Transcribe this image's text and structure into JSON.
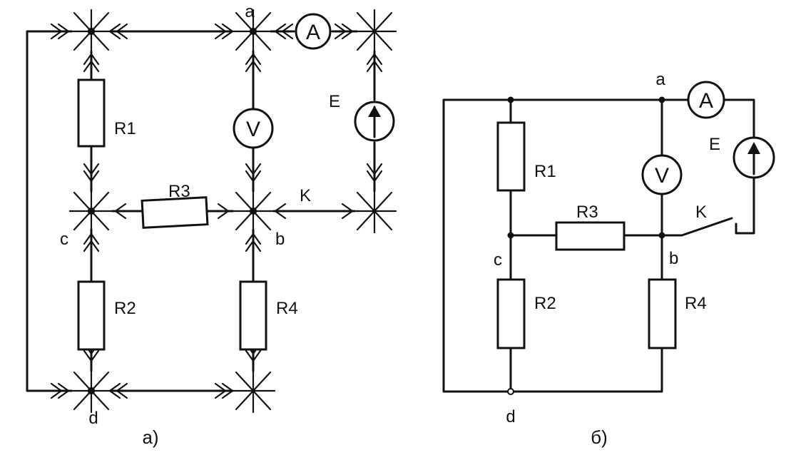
{
  "figure_a": {
    "caption": "а)",
    "nodes": {
      "a": "a",
      "b": "b",
      "c": "c",
      "d": "d"
    },
    "resistors": {
      "r1": "R1",
      "r2": "R2",
      "r3": "R3",
      "r4": "R4"
    },
    "ammeter": "A",
    "voltmeter": "V",
    "source": "E",
    "switch": "K"
  },
  "figure_b": {
    "caption": "б)",
    "nodes": {
      "a": "a",
      "b": "b",
      "c": "c",
      "d": "d"
    },
    "resistors": {
      "r1": "R1",
      "r2": "R2",
      "r3": "R3",
      "r4": "R4"
    },
    "ammeter": "A",
    "voltmeter": "V",
    "source": "E",
    "switch": "K"
  },
  "icons": {
    "connector": "snowflake-connector-icon",
    "arrow": "arrowhead-icon",
    "ammeter": "ammeter-icon",
    "voltmeter": "voltmeter-icon",
    "source": "current-source-icon"
  }
}
